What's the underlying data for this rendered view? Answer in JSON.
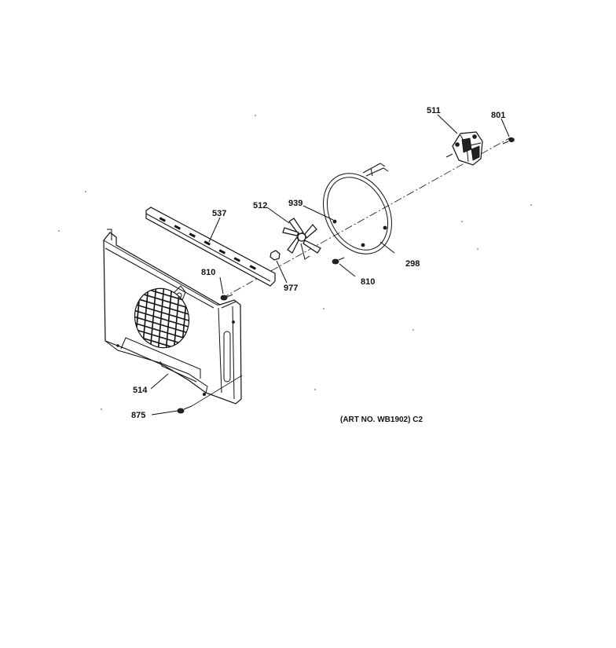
{
  "labels": {
    "p511": "511",
    "p801": "801",
    "p537": "537",
    "p512": "512",
    "p939": "939",
    "p810a": "810",
    "p810b": "810",
    "p298": "298",
    "p977": "977",
    "p514": "514",
    "p875": "875"
  },
  "art_number": "(ART NO. WB1902) C2"
}
